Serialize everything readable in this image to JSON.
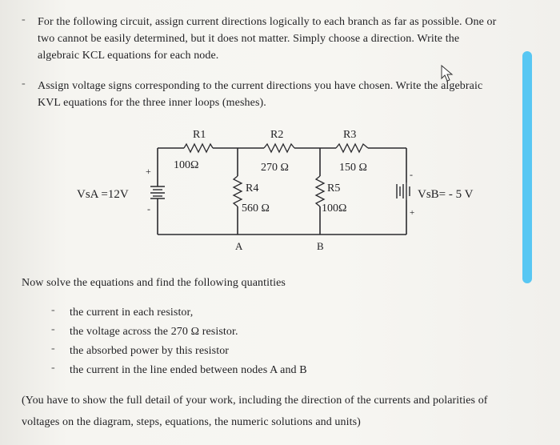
{
  "instructions": {
    "p1_line1": "For the following circuit, assign current directions logically to each branch as far as possible. One or",
    "p1_line2": "two cannot be easily determined, but it does not matter.  Simply choose a direction. Write the",
    "p1_line3": "algebraic KCL equations for each node.",
    "p2_line1": "Assign voltage signs corresponding to the current directions you have chosen. Write the algebraic",
    "p2_line2": "KVL equations for the three inner loops (meshes)."
  },
  "circuit": {
    "source_a_label": "VsA =12V",
    "source_b_label": "VsB= - 5 V",
    "plus_sign": "+",
    "minus_sign": "-",
    "r1_name": "R1",
    "r1_value": "100Ω",
    "r2_name": "R2",
    "r2_value": "270 Ω",
    "r3_name": "R3",
    "r3_value": "150 Ω",
    "r4_name": "R4",
    "r4_value": "560 Ω",
    "r5_name": "R5",
    "r5_value": "100Ω",
    "node_a": "A",
    "node_b": "B"
  },
  "questions": {
    "intro": "Now solve the equations and find the following quantities",
    "items": [
      "the current in each resistor,",
      "the voltage across the 270 Ω resistor.",
      "the absorbed power by this resistor",
      "the current in the line ended between nodes A and B"
    ]
  },
  "note": {
    "line1": "(You have to show the full detail of your work, including the direction of the currents and polarities of",
    "line2": "voltages on the diagram, steps, equations, the numeric solutions and units)"
  }
}
